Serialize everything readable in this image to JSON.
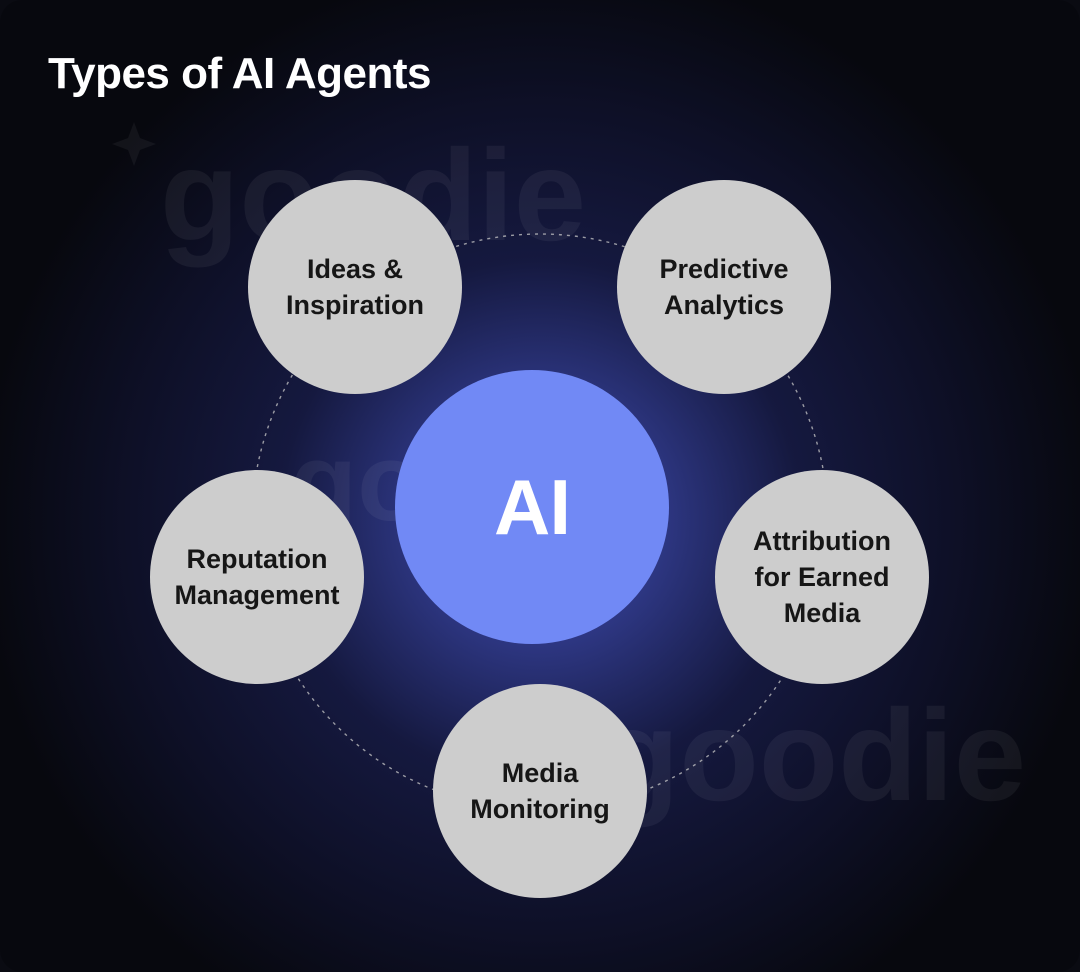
{
  "title": "Types of AI Agents",
  "center": {
    "label": "AI",
    "color": "#7189f5"
  },
  "nodes": [
    {
      "id": "ideas",
      "lines": [
        "Ideas &",
        "Inspiration"
      ]
    },
    {
      "id": "predictive",
      "lines": [
        "Predictive",
        "Analytics"
      ]
    },
    {
      "id": "attribution",
      "lines": [
        "Attribution",
        "for Earned",
        "Media"
      ]
    },
    {
      "id": "media",
      "lines": [
        "Media",
        "Monitoring"
      ]
    },
    {
      "id": "reputation",
      "lines": [
        "Reputation",
        "Management"
      ]
    }
  ],
  "watermark": {
    "text": "goodie"
  },
  "colors": {
    "node_fill": "#cdcdcd",
    "node_text": "#161616",
    "ring": "#c8c8c8",
    "title": "#ffffff"
  }
}
